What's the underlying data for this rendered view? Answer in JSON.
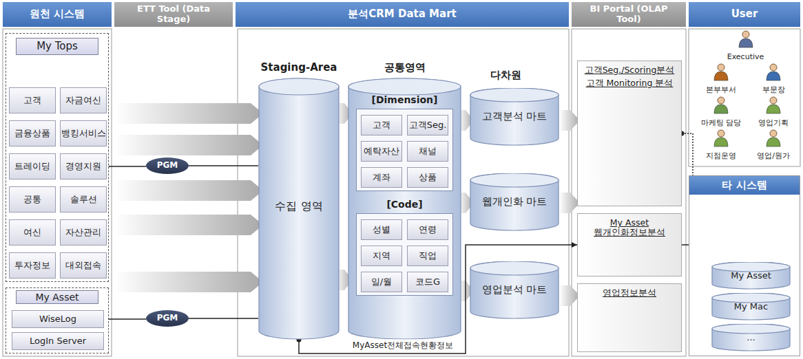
{
  "diagram": {
    "nodes": [
      {
        "text": [
          "원천 시스템"
        ]
      },
      {
        "text": [
          "ETT Tool (Data Stage)"
        ]
      },
      {
        "text": [
          "분석CRM Data Mart"
        ]
      },
      {
        "text": [
          "BI Portal (OLAP Tool)"
        ]
      },
      {
        "text": [
          "User"
        ]
      },
      {
        "text": [
          "My Tops"
        ]
      },
      {
        "text": [
          "고객"
        ],
        "in": 5
      },
      {
        "text": [
          "자금여신"
        ],
        "in": 5
      },
      {
        "text": [
          "금융상품"
        ],
        "in": 5
      },
      {
        "text": [
          "뱅킹서비스"
        ],
        "in": 5
      },
      {
        "text": [
          "트레이딩"
        ],
        "in": 5
      },
      {
        "text": [
          "경영지원"
        ],
        "in": 5
      },
      {
        "text": [
          "공통"
        ],
        "in": 5
      },
      {
        "text": [
          "솔루션"
        ],
        "in": 5
      },
      {
        "text": [
          "여신"
        ],
        "in": 5
      },
      {
        "text": [
          "자산관리"
        ],
        "in": 5
      },
      {
        "text": [
          "투자정보"
        ],
        "in": 5
      },
      {
        "text": [
          "대외접속"
        ],
        "in": 5
      },
      {
        "text": [
          "My Asset"
        ]
      },
      {
        "text": [
          "WiseLog"
        ],
        "in": 18
      },
      {
        "text": [
          "LogIn Server"
        ],
        "in": 18
      },
      {
        "text": [
          "PGM"
        ]
      },
      {
        "text": [
          "PGM"
        ]
      },
      {
        "text": [
          "Staging-Area",
          "수집 영역"
        ]
      },
      {
        "text": [
          "공통영역"
        ]
      },
      {
        "text": [
          "[Dimension]"
        ],
        "in": 24
      },
      {
        "text": [
          "고객"
        ],
        "in": 25
      },
      {
        "text": [
          "고객Seg."
        ],
        "in": 25
      },
      {
        "text": [
          "예탁자산"
        ],
        "in": 25
      },
      {
        "text": [
          "채널"
        ],
        "in": 25
      },
      {
        "text": [
          "계좌"
        ],
        "in": 25
      },
      {
        "text": [
          "상품"
        ],
        "in": 25
      },
      {
        "text": [
          "[Code]"
        ],
        "in": 24
      },
      {
        "text": [
          "성별"
        ],
        "in": 32
      },
      {
        "text": [
          "연령"
        ],
        "in": 32
      },
      {
        "text": [
          "지역"
        ],
        "in": 32
      },
      {
        "text": [
          "직업"
        ],
        "in": 32
      },
      {
        "text": [
          "일/월"
        ],
        "in": 32
      },
      {
        "text": [
          "코드G"
        ],
        "in": 32
      },
      {
        "text": [
          "고객분석 마트"
        ]
      },
      {
        "text": [
          "웹개인화 마트"
        ]
      },
      {
        "text": [
          "영업분석 마트"
        ]
      },
      {
        "text": [
          "고객Seg./Scoring분석",
          "고객 Monitoring 분석"
        ]
      },
      {
        "text": [
          "My Asset 웹개인화정보분석"
        ]
      },
      {
        "text": [
          "영업정보분석"
        ]
      },
      {
        "text": [
          "Executive"
        ]
      },
      {
        "text": [
          "본부부서"
        ]
      },
      {
        "text": [
          "부문장"
        ]
      },
      {
        "text": [
          "마케팅 담당"
        ]
      },
      {
        "text": [
          "영업기획"
        ]
      },
      {
        "text": [
          "지점운영"
        ]
      },
      {
        "text": [
          "영업/원가"
        ]
      },
      {
        "text": [
          "타 시스템"
        ]
      },
      {
        "text": [
          "My Asset"
        ],
        "in": 52
      },
      {
        "text": [
          "My Mac"
        ],
        "in": 52
      },
      {
        "text": [
          "..."
        ],
        "in": 52
      }
    ],
    "edges": [
      {
        "from": 11,
        "to": 21,
        "arrow": "none"
      },
      {
        "from": 21,
        "to": 23,
        "arrow": "none"
      },
      {
        "from": 19,
        "to": 22,
        "arrow": "none"
      },
      {
        "from": 22,
        "to": 23,
        "arrow": "none"
      },
      {
        "from": 23,
        "to": 43,
        "arrow": "to",
        "label": "MyAsset전체접속현황정보"
      },
      {
        "from": 43,
        "to": 53,
        "arrow": "to"
      },
      {
        "from": 42,
        "to": 54,
        "arrow": "to"
      }
    ],
    "labels": [
      "다차원"
    ]
  }
}
